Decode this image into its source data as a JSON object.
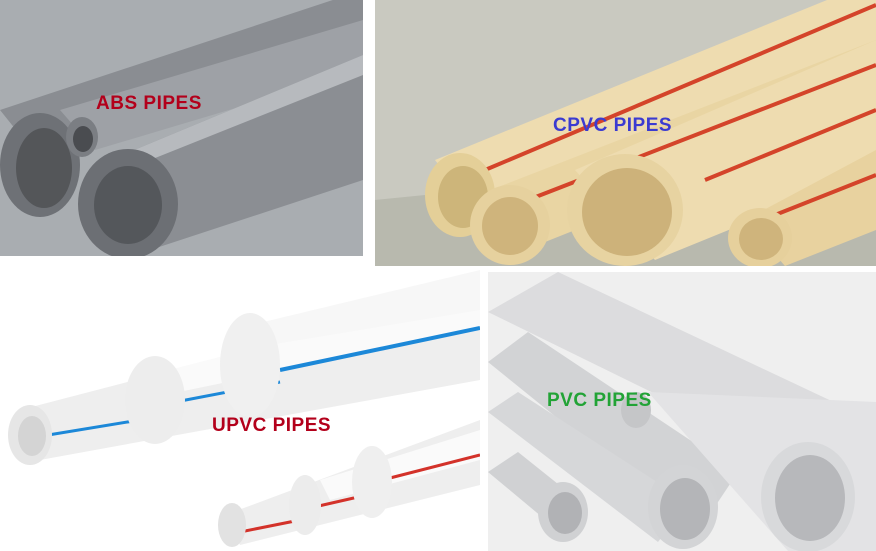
{
  "labels": {
    "abs": "ABS PIPES",
    "cpvc": "CPVC PIPES",
    "upvc": "UPVC PIPES",
    "pvc": "PVC PIPES"
  },
  "colors": {
    "abs_label": "#b3001b",
    "cpvc_label": "#3b3bd1",
    "upvc_label": "#b3001b",
    "pvc_label": "#22a336",
    "abs_pipe": "#7d8085",
    "cpvc_pipe": "#eedcb0",
    "cpvc_stripe": "#d4442a",
    "upvc_pipe": "#f4f4f4",
    "upvc_blue_stripe": "#1c88d8",
    "upvc_red_stripe": "#d3322a",
    "pvc_pipe": "#d9dadc"
  }
}
